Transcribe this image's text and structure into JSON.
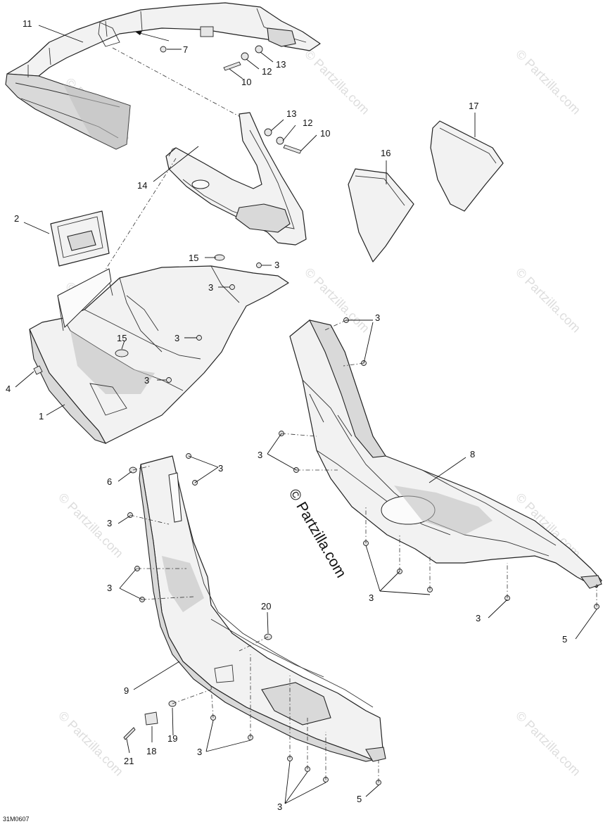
{
  "diagram": {
    "drawing_code": "31M0607",
    "watermark_text": "© Partzilla.com",
    "center_watermark_text": "© Partzilla.com"
  },
  "callouts": {
    "c1": "1",
    "c2": "2",
    "c3a": "3",
    "c3b": "3",
    "c3c": "3",
    "c3d": "3",
    "c3e": "3",
    "c3f": "3",
    "c3g": "3",
    "c3h": "3",
    "c3i": "3",
    "c3j": "3",
    "c3k": "3",
    "c3l": "3",
    "c3m": "3",
    "c4": "4",
    "c5a": "5",
    "c5b": "5",
    "c6": "6",
    "c7": "7",
    "c8": "8",
    "c9": "9",
    "c10a": "10",
    "c10b": "10",
    "c11": "11",
    "c12a": "12",
    "c12b": "12",
    "c13a": "13",
    "c13b": "13",
    "c14": "14",
    "c15a": "15",
    "c15b": "15",
    "c16": "16",
    "c17": "17",
    "c18": "18",
    "c19": "19",
    "c20": "20",
    "c21": "21"
  }
}
